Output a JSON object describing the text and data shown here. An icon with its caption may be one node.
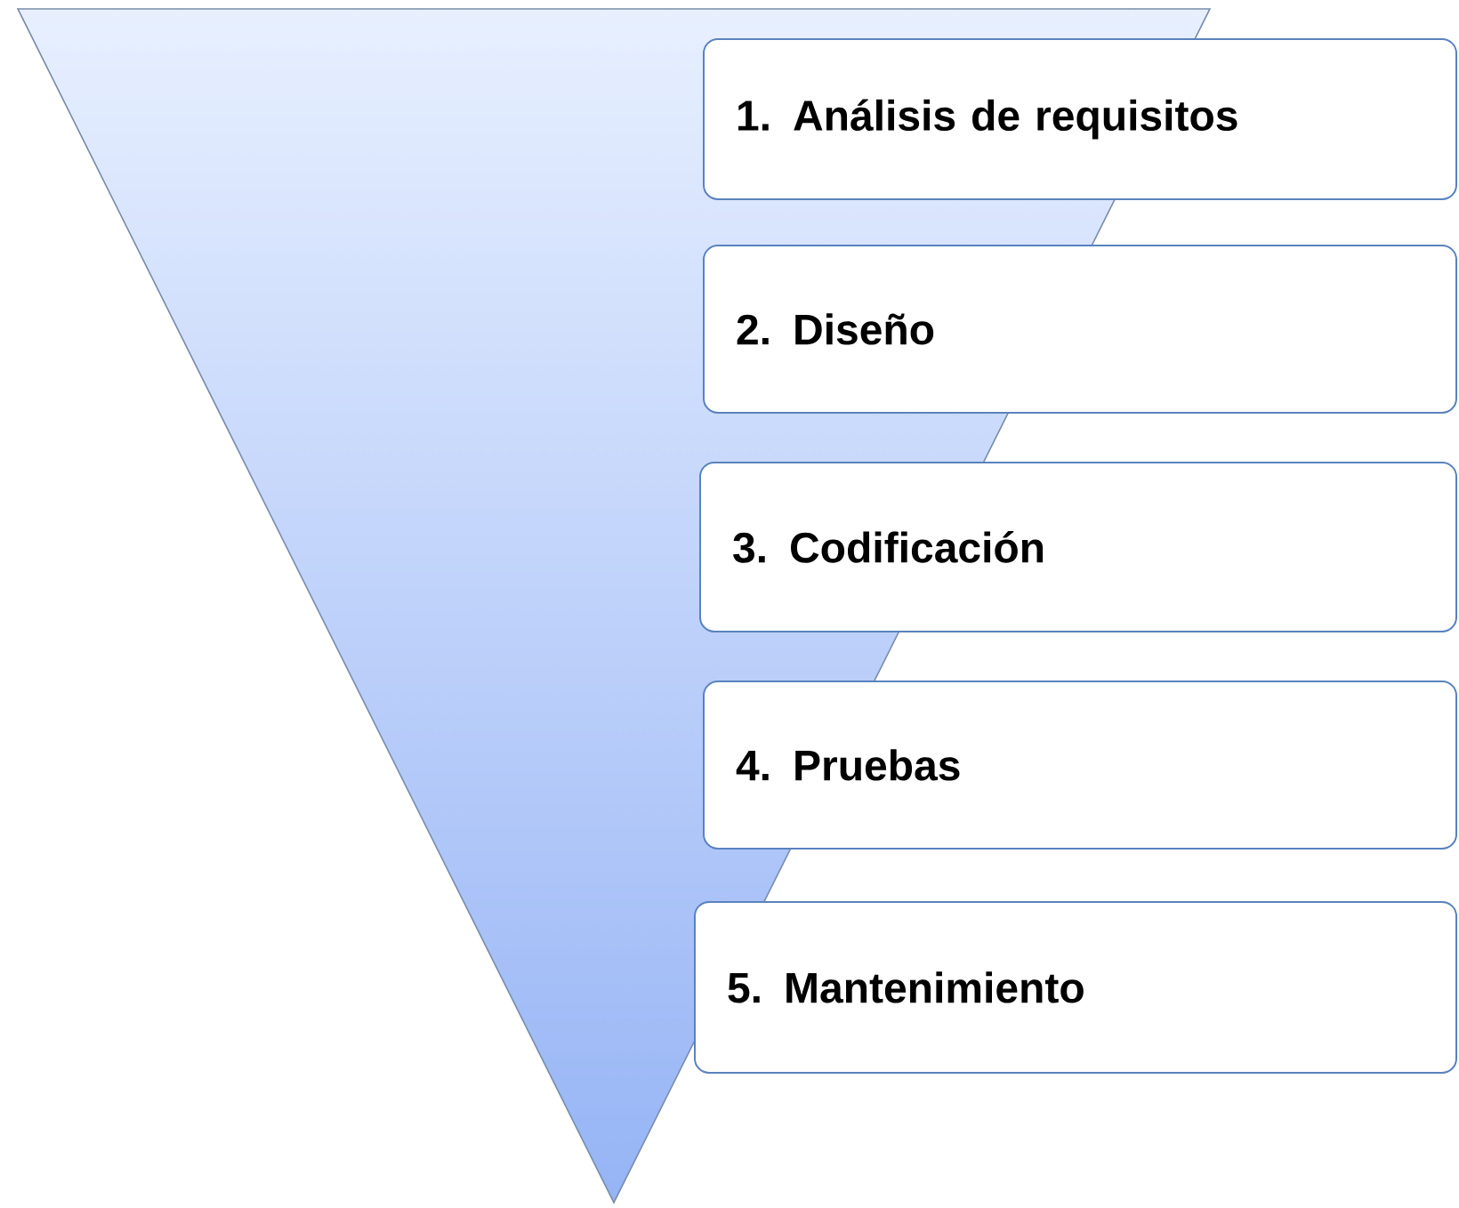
{
  "diagram": {
    "nodes": [
      {
        "text": [
          "1. Análisis de requisitos"
        ]
      },
      {
        "text": [
          "2. Diseño"
        ]
      },
      {
        "text": [
          "3. Codificación"
        ]
      },
      {
        "text": [
          "4. Pruebas"
        ]
      },
      {
        "text": [
          "5. Mantenimiento"
        ]
      }
    ]
  }
}
